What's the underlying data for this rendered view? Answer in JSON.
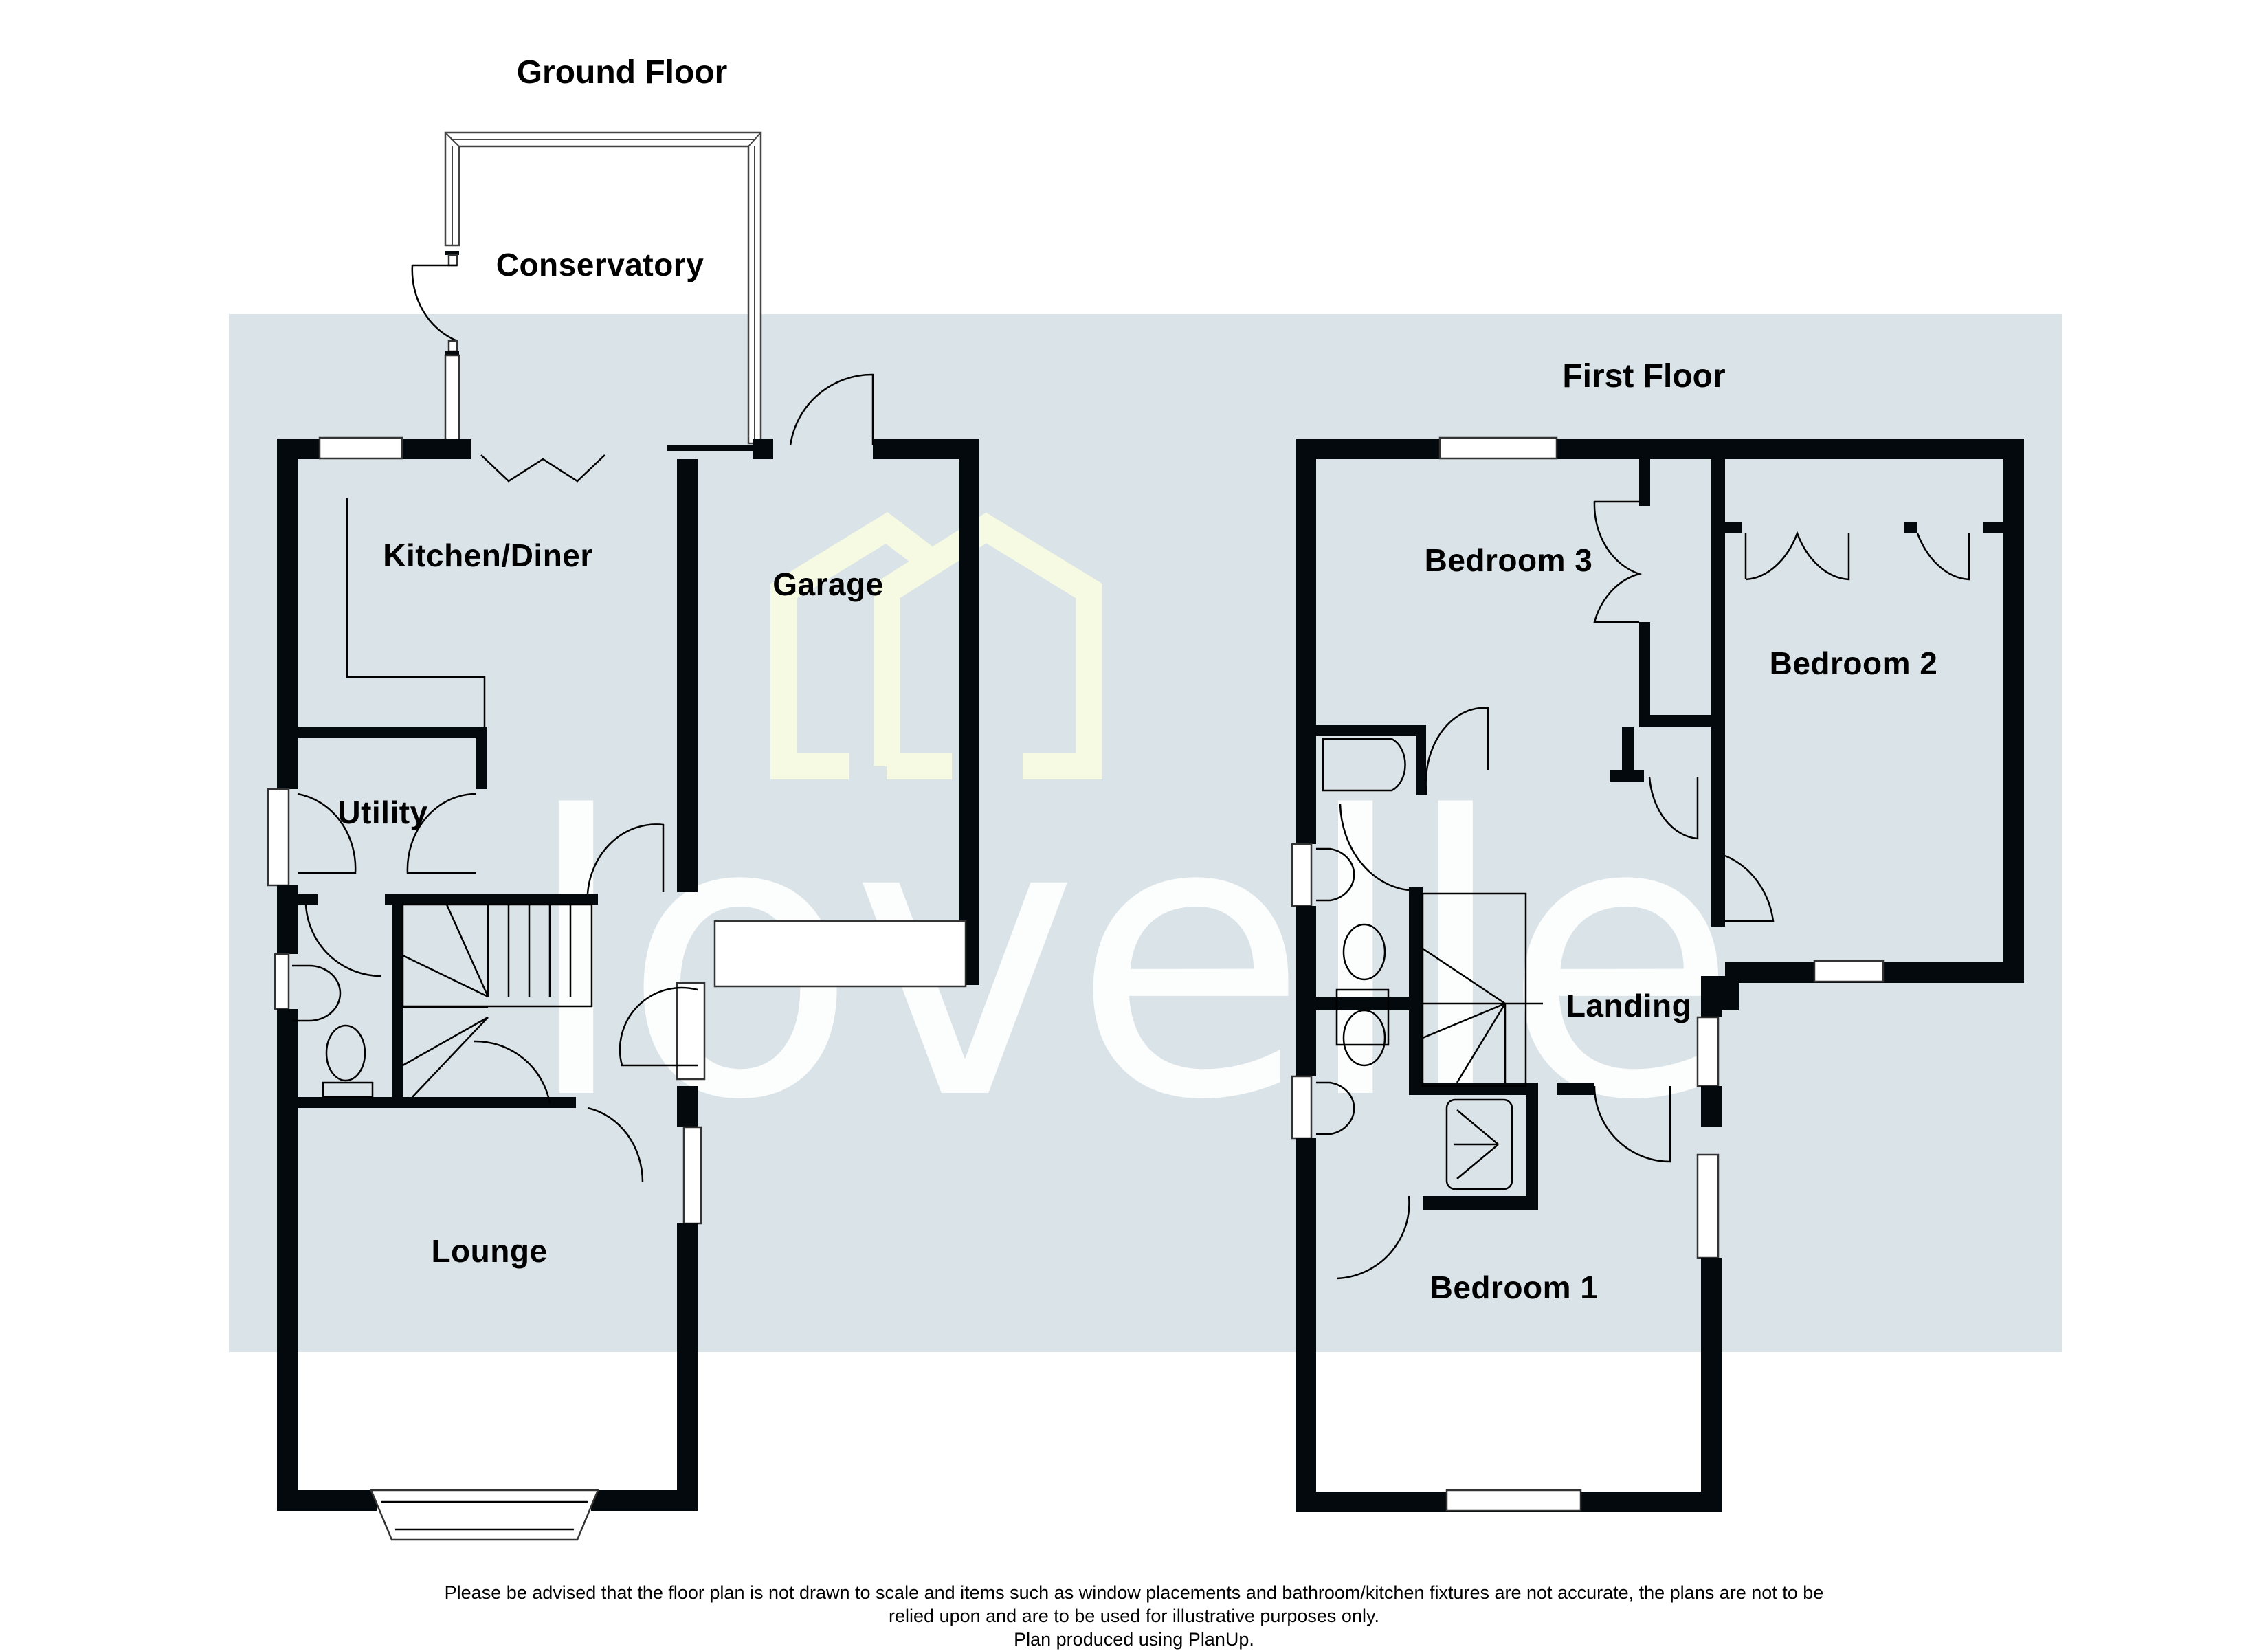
{
  "titles": {
    "ground_floor": "Ground Floor",
    "first_floor": "First Floor"
  },
  "ground_floor_rooms": {
    "conservatory": "Conservatory",
    "kitchen_diner": "Kitchen/Diner",
    "garage": "Garage",
    "utility": "Utility",
    "lounge": "Lounge"
  },
  "first_floor_rooms": {
    "bedroom_3": "Bedroom 3",
    "bedroom_2": "Bedroom 2",
    "landing": "Landing",
    "bedroom_1": "Bedroom 1"
  },
  "watermark": {
    "text": "lovelle",
    "icon": "house-logo-icon"
  },
  "disclaimer": {
    "line1": "Please be advised that the floor plan is not drawn to scale and items such as window placements and bathroom/kitchen fixtures are not accurate, the plans are not to be",
    "line2": "relied upon and are to be used for illustrative purposes only.",
    "line3": "Plan produced using PlanUp."
  },
  "colors": {
    "band_background": "#dae3e7",
    "wall": "#03090c",
    "watermark_text": "#ffffff",
    "watermark_logo": "#f6fae3"
  }
}
